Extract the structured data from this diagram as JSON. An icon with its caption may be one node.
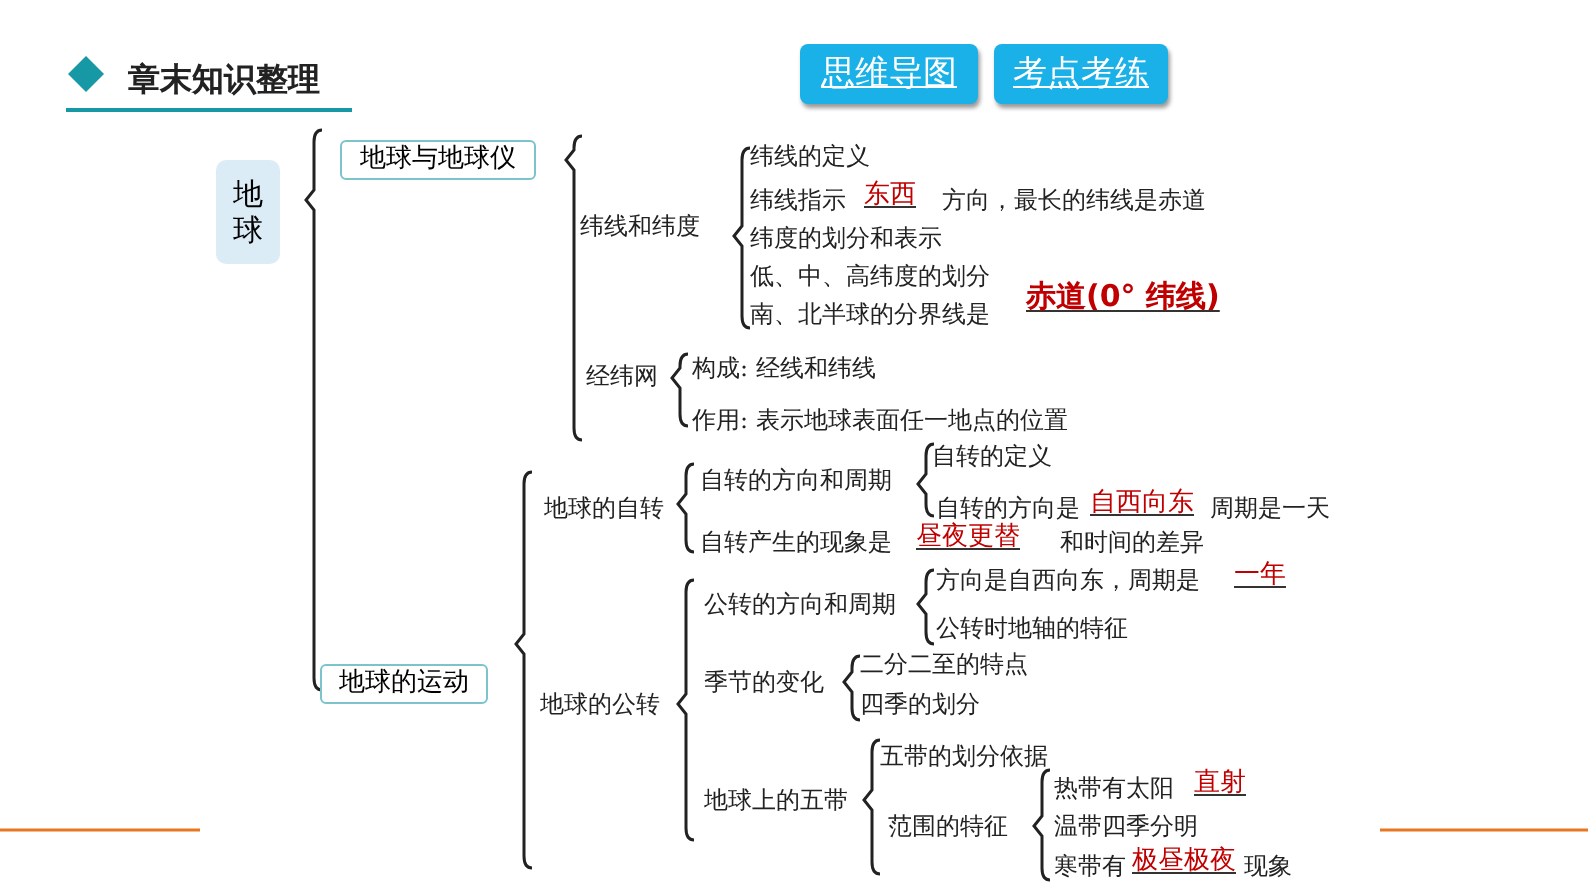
{
  "diagram": {
    "title": "章末知识整理",
    "nodes": [
      {
        "text": [
          "思维导图"
        ]
      },
      {
        "text": [
          "考点考练"
        ]
      },
      {
        "text": [
          "地球"
        ]
      },
      {
        "text": [
          "地球与地球仪"
        ]
      },
      {
        "text": [
          "地球的运动"
        ]
      }
    ],
    "labels": [
      "纬线的定义",
      "纬线指示",
      "东西",
      "方向，最长的纬线是赤道",
      "纬线和纬度",
      "纬度的划分和表示",
      "低、中、高纬度的划分",
      "南、北半球的分界线是",
      "赤道(0° 纬线)",
      "经纬网",
      "构成: 经线和纬线",
      "作用: 表示地球表面任一地点的位置",
      "自转的定义",
      "自转的方向和周期",
      "地球的自转",
      "自转的方向是",
      "自西向东",
      "周期是一天",
      "自转产生的现象是",
      "昼夜更替",
      "和时间的差异",
      "方向是自西向东，周期是",
      "一年",
      "公转的方向和周期",
      "公转时地轴的特征",
      "二分二至的特点",
      "季节的变化",
      "地球的公转",
      "四季的划分",
      "五带的划分依据",
      "热带有太阳",
      "直射",
      "地球上的五带",
      "范围的特征",
      "温带四季分明",
      "寒带有",
      "极昼极夜",
      "现象"
    ]
  }
}
